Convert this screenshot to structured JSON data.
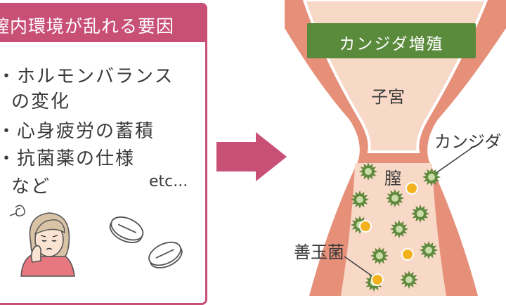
{
  "left_panel": {
    "title": "膣内環境が乱れる要因",
    "causes": [
      "・ホルモンバランス",
      "の変化",
      "・心身疲労の蓄積",
      "・抗菌薬の仕様",
      "など"
    ],
    "etc": "etc..."
  },
  "right_panel": {
    "title": "カンジダ増殖",
    "label_uterus": "子宮",
    "label_vagina": "膣",
    "label_candida": "カンジダ",
    "label_lactobacilli": "善玉菌"
  },
  "colors": {
    "accent_pink": "#c84f76",
    "title_green": "#5a8a3c",
    "organ_outer": "#e6907a",
    "organ_inner": "#f8d8c6",
    "candida": "#5f8a3e",
    "lactobacilli": "#f2b21d"
  },
  "icons": [
    "worried-woman-icon",
    "pill-icon",
    "arrow-right-icon",
    "candida-fungus-icon",
    "good-bacteria-icon"
  ]
}
